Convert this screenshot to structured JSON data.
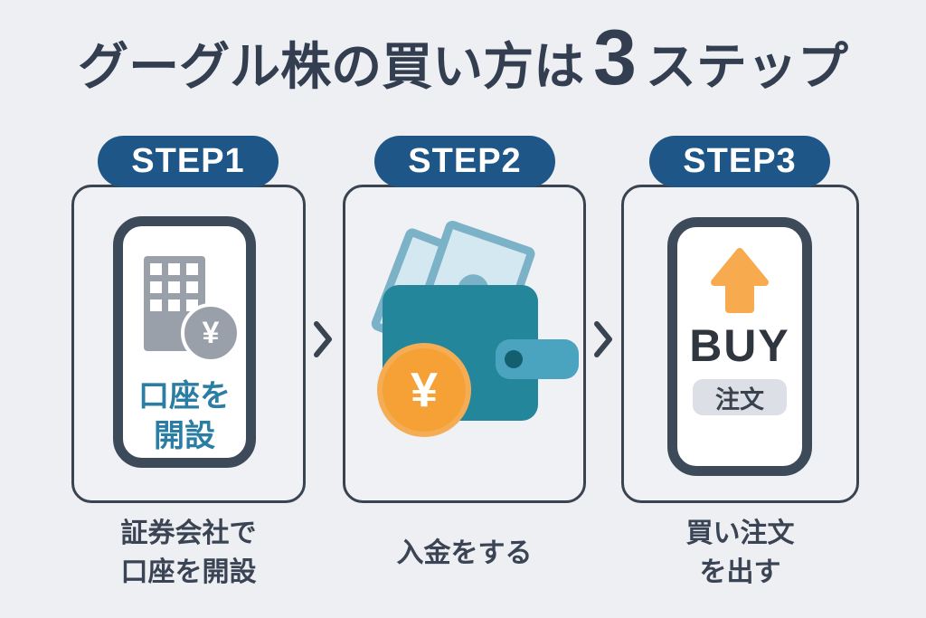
{
  "title": {
    "prefix": "グーグル株の買い方は",
    "step_count": "3",
    "suffix": "ステップ"
  },
  "steps": [
    {
      "badge": "STEP1",
      "icon": "smartphone-with-securities-company-building-and-yen-coin",
      "yen_symbol": "¥",
      "phone": {
        "line1": "口座を",
        "line2": "開設"
      },
      "caption": {
        "line1": "証券会社で",
        "line2": "口座を開設"
      }
    },
    {
      "badge": "STEP2",
      "icon": "wallet-with-cash-and-yen-coin",
      "yen_symbol": "¥",
      "caption": {
        "line1": "入金をする",
        "line2": ""
      }
    },
    {
      "badge": "STEP3",
      "icon": "smartphone-with-buy-order",
      "buy_label": "BUY",
      "order_chip": "注文",
      "caption": {
        "line1": "買い注文",
        "line2": "を出す"
      }
    }
  ],
  "colors": {
    "background": "#edeff3",
    "title_text": "#333e50",
    "badge_blue": "#1e5787",
    "card_border": "#3a4450",
    "phone_frame": "#3d4a59",
    "teal_text": "#2a7da3",
    "icon_gray": "#9aa0a9",
    "wallet_teal": "#24869a",
    "strap_blue": "#4ba4bf",
    "bill_border": "#7cb2c7",
    "bill_fill": "#d4e8f1",
    "coin_orange": "#f6a136",
    "arrow_orange": "#f7aa4e",
    "buy_text": "#30363e",
    "chip_bg": "#dce0e6",
    "caption_text": "#3b4454"
  }
}
